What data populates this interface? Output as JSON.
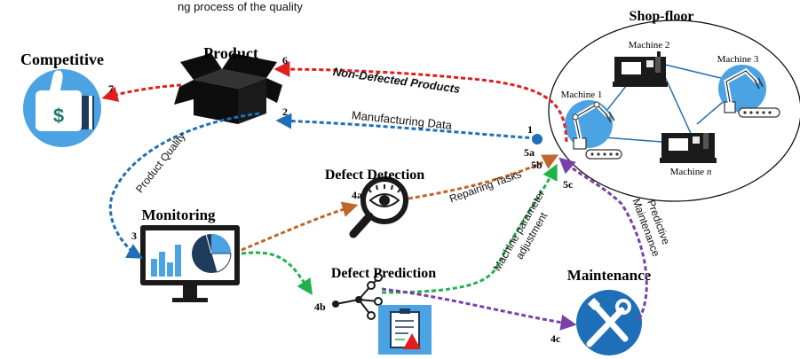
{
  "header": {
    "text": "ng process of the quality"
  },
  "nodes": {
    "shopfloor": "Shop-floor",
    "product": "Product",
    "competitive": "Competitive",
    "monitoring": "Monitoring",
    "defect_detection": "Defect Detection",
    "defect_prediction": "Defect Prediction",
    "maintenance": "Maintenance"
  },
  "machines": [
    "Machine 1",
    "Machine 2",
    "Machine 3",
    "Machine "
  ],
  "machine_n_suffix": "n",
  "edges": {
    "non_defected": "Non-Defected Products",
    "manufacturing_data": "Manufacturing Data",
    "product_quality": "Product Quality",
    "repairing_tasks": "Repairing Tasks",
    "machine_param_1": "Machine parameter",
    "machine_param_2": "adjustment",
    "predictive_1": "Predictive",
    "predictive_2": "Maintenance"
  },
  "steps": {
    "s1": "1",
    "s2": "2",
    "s3": "3",
    "s4a": "4a",
    "s4b": "4b",
    "s4c": "4c",
    "s5a": "5a",
    "s5b": "5b",
    "s5c": "5c",
    "s6": "6",
    "s7": "7"
  },
  "icons": {
    "competitive": "thumbs-up-dollar-icon",
    "product": "open-box-icon",
    "monitoring": "monitor-chart-icon",
    "defect_detection": "magnifier-eye-icon",
    "defect_prediction": "prediction-tree-icon",
    "maintenance": "wrench-screwdriver-icon",
    "dollar_symbol": "$"
  },
  "colors": {
    "red_flow": "#e01e1e",
    "blue_flow": "#1f6fb8",
    "orange_flow": "#c0662a",
    "green_flow": "#22b24c",
    "purple_flow": "#7a3fa8",
    "icon_blue": "#4ba3e3",
    "icon_dark": "#1f3b5c"
  }
}
